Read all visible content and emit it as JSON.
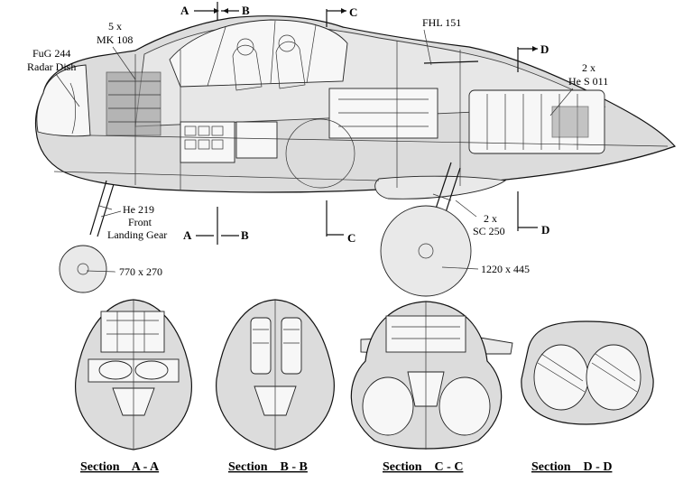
{
  "labels": {
    "radar": [
      "FuG 244",
      "Radar Dish"
    ],
    "cannons": [
      "5 x",
      "MK 108"
    ],
    "fhl": "FHL 151",
    "engines": [
      "2 x",
      "He S 011"
    ],
    "front_gear": [
      "He 219",
      "Front",
      "Landing Gear"
    ],
    "front_wheel": "770 x 270",
    "main_wheel": "1220 x 445",
    "bombs": [
      "2 x",
      "SC 250"
    ]
  },
  "cut_markers": {
    "a": "A",
    "b": "B",
    "c": "C",
    "d": "D"
  },
  "sections": [
    {
      "title": "Section    A - A"
    },
    {
      "title": "Section    B - B"
    },
    {
      "title": "Section    C - C"
    },
    {
      "title": "Section    D - D"
    }
  ]
}
